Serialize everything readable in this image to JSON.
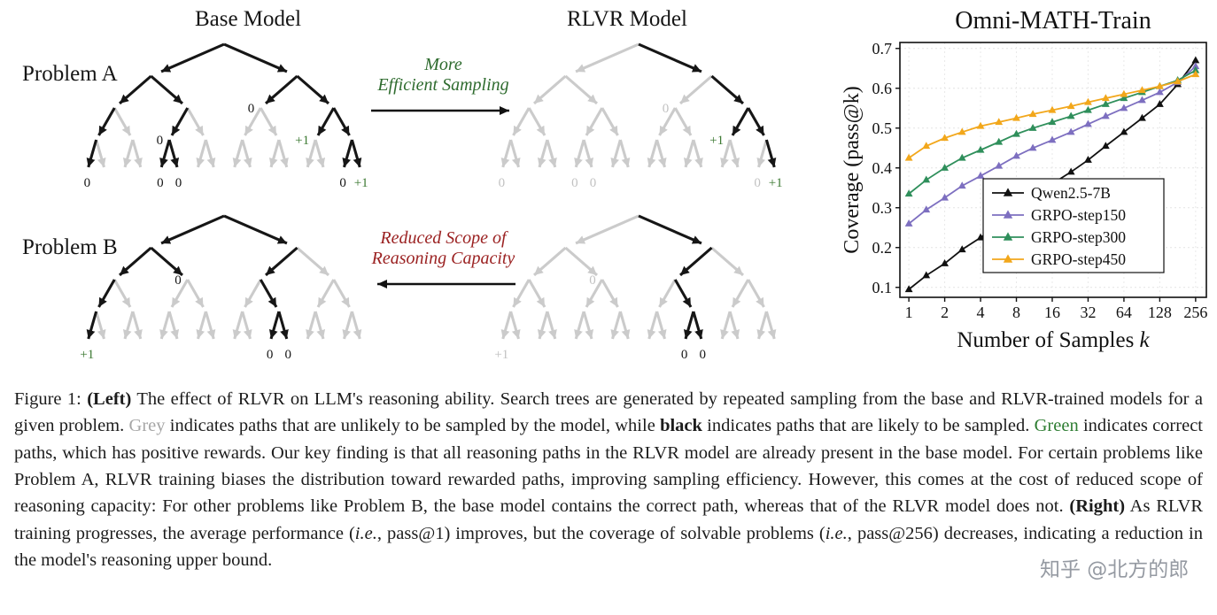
{
  "figure": {
    "headers": {
      "base": "Base Model",
      "rlvr": "RLVR Model"
    },
    "problems": {
      "a": "Problem A",
      "b": "Problem B"
    },
    "arrows": {
      "top": {
        "lines": [
          "More",
          "Efficient Sampling"
        ],
        "color": "#2e6b2e",
        "direction": "right"
      },
      "bottom": {
        "lines": [
          "Reduced Scope of",
          "Reasoning Capacity"
        ],
        "color": "#9b2222",
        "direction": "left"
      }
    },
    "tree_colors": {
      "black": "#161616",
      "grey": "#cbcbcb",
      "green": "#3d7a33",
      "grey_label": "#c2c2c2"
    },
    "trees": {
      "a_base": {
        "black": [
          "L",
          "LL",
          "LLL",
          "LLLL",
          "LR",
          "LRL",
          "LRLL",
          "LRLR",
          "R",
          "RL",
          "RR",
          "RRL",
          "RRR",
          "RRRL",
          "RRRR"
        ],
        "labels": [
          {
            "node": "LLLL",
            "text": "0",
            "color": "black"
          },
          {
            "node": "LRL",
            "text": "0",
            "color": "black"
          },
          {
            "node": "LRLL",
            "text": "0",
            "color": "black"
          },
          {
            "node": "LRLR",
            "text": "0",
            "color": "black"
          },
          {
            "node": "RL",
            "text": "0",
            "color": "black"
          },
          {
            "node": "RRL",
            "text": "+1",
            "color": "green"
          },
          {
            "node": "RRRL",
            "text": "0",
            "color": "black"
          },
          {
            "node": "RRRR",
            "text": "+1",
            "color": "green"
          }
        ]
      },
      "a_rlvr": {
        "black": [
          "R",
          "RR",
          "RRL",
          "RRR",
          "RRRR"
        ],
        "labels": [
          {
            "node": "LLLL",
            "text": "0",
            "color": "grey"
          },
          {
            "node": "LRLL",
            "text": "0",
            "color": "grey"
          },
          {
            "node": "LRLR",
            "text": "0",
            "color": "grey"
          },
          {
            "node": "RL",
            "text": "0",
            "color": "grey"
          },
          {
            "node": "RRL",
            "text": "+1",
            "color": "green"
          },
          {
            "node": "RRRL",
            "text": "0",
            "color": "grey"
          },
          {
            "node": "RRRR",
            "text": "+1",
            "color": "green"
          }
        ]
      },
      "b_base": {
        "black": [
          "L",
          "LL",
          "LR",
          "LLL",
          "LLLL",
          "R",
          "RL",
          "RLR",
          "RLRL",
          "RLRR"
        ],
        "labels": [
          {
            "node": "LLLL",
            "text": "+1",
            "color": "green"
          },
          {
            "node": "LR",
            "text": "0",
            "color": "black"
          },
          {
            "node": "RLRL",
            "text": "0",
            "color": "black"
          },
          {
            "node": "RLRR",
            "text": "0",
            "color": "black"
          }
        ]
      },
      "b_rlvr": {
        "black": [
          "R",
          "RL",
          "RLR",
          "RLRL",
          "RLRR"
        ],
        "labels": [
          {
            "node": "LLLL",
            "text": "+1",
            "color": "grey"
          },
          {
            "node": "LR",
            "text": "0",
            "color": "grey"
          },
          {
            "node": "RLRL",
            "text": "0",
            "color": "black"
          },
          {
            "node": "RLRR",
            "text": "0",
            "color": "black"
          }
        ]
      }
    }
  },
  "chart_data": {
    "type": "line",
    "title": "Omni-MATH-Train",
    "xlabel": "Number of Samples k",
    "ylabel": "Coverage (pass@k)",
    "xscale": "log2",
    "xticks": [
      1,
      2,
      4,
      8,
      16,
      32,
      64,
      128,
      256
    ],
    "yticks": [
      0.1,
      0.2,
      0.3,
      0.4,
      0.5,
      0.6,
      0.7
    ],
    "ylim": [
      0.075,
      0.715
    ],
    "legend_position": "lower right",
    "x": [
      1,
      1.4,
      2,
      2.8,
      4,
      5.7,
      8,
      11,
      16,
      23,
      32,
      45,
      64,
      91,
      128,
      181,
      256
    ],
    "series": [
      {
        "name": "Qwen2.5-7B",
        "color": "#111111",
        "values": [
          0.095,
          0.13,
          0.16,
          0.195,
          0.225,
          0.26,
          0.29,
          0.325,
          0.36,
          0.39,
          0.42,
          0.455,
          0.49,
          0.525,
          0.56,
          0.61,
          0.67
        ]
      },
      {
        "name": "GRPO-step150",
        "color": "#7d6fc0",
        "values": [
          0.26,
          0.295,
          0.325,
          0.355,
          0.38,
          0.405,
          0.43,
          0.45,
          0.47,
          0.49,
          0.51,
          0.53,
          0.55,
          0.57,
          0.59,
          0.615,
          0.655
        ]
      },
      {
        "name": "GRPO-step300",
        "color": "#2f8f5b",
        "values": [
          0.335,
          0.37,
          0.4,
          0.425,
          0.445,
          0.465,
          0.485,
          0.5,
          0.515,
          0.53,
          0.545,
          0.56,
          0.575,
          0.59,
          0.605,
          0.62,
          0.645
        ]
      },
      {
        "name": "GRPO-step450",
        "color": "#f2a71b",
        "values": [
          0.425,
          0.455,
          0.475,
          0.49,
          0.505,
          0.515,
          0.525,
          0.535,
          0.545,
          0.555,
          0.565,
          0.575,
          0.585,
          0.595,
          0.605,
          0.617,
          0.635
        ]
      }
    ]
  },
  "caption": {
    "segments": [
      {
        "t": "Figure 1: ",
        "s": ""
      },
      {
        "t": "(Left)",
        "s": "bold"
      },
      {
        "t": " The effect of RLVR on LLM's reasoning ability. Search trees are generated by repeated sampling from the base and RLVR-trained models for a given problem. ",
        "s": ""
      },
      {
        "t": "Grey",
        "s": "grey"
      },
      {
        "t": " indicates paths that are unlikely to be sampled by the model, while ",
        "s": ""
      },
      {
        "t": "black",
        "s": "bold"
      },
      {
        "t": " indicates paths that are likely to be sampled. ",
        "s": ""
      },
      {
        "t": "Green",
        "s": "green"
      },
      {
        "t": " indicates correct paths, which has positive rewards. Our key finding is that all reasoning paths in the RLVR model are already present in the base model. For certain problems like Problem A, RLVR training biases the distribution toward rewarded paths, improving sampling efficiency. However, this comes at the cost of reduced scope of reasoning capacity: For other problems like Problem B, the base model contains the correct path, whereas that of the RLVR model does not. ",
        "s": ""
      },
      {
        "t": "(Right)",
        "s": "bold"
      },
      {
        "t": " As RLVR training progresses, the average performance (",
        "s": ""
      },
      {
        "t": "i.e.",
        "s": "italic"
      },
      {
        "t": ", pass@1) improves, but the coverage of solvable problems (",
        "s": ""
      },
      {
        "t": "i.e.",
        "s": "italic"
      },
      {
        "t": ", pass@256) decreases, indicating a reduction in the model's reasoning upper bound.",
        "s": ""
      }
    ]
  },
  "watermark": "知乎 @北方的郎"
}
